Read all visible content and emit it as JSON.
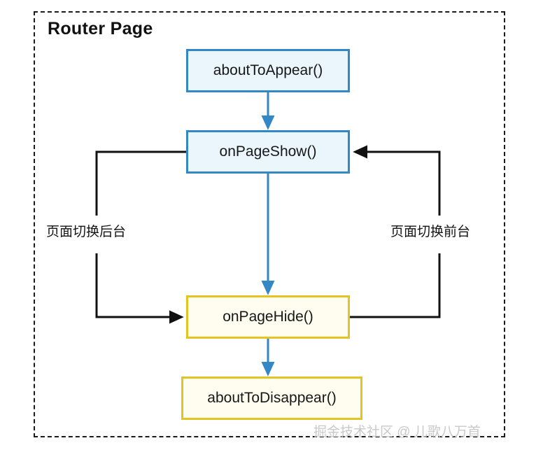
{
  "diagram": {
    "frame_title": "Router Page",
    "nodes": [
      {
        "id": "about_to_appear",
        "label": "aboutToAppear()",
        "style": "blue"
      },
      {
        "id": "on_page_show",
        "label": "onPageShow()",
        "style": "blue"
      },
      {
        "id": "on_page_hide",
        "label": "onPageHide()",
        "style": "gold"
      },
      {
        "id": "about_to_disappear",
        "label": "aboutToDisappear()",
        "style": "gold"
      }
    ],
    "edge_labels": {
      "to_background": "页面切换后台",
      "to_foreground": "页面切换前台"
    },
    "watermark": "掘金技术社区 @ 儿歌八万首",
    "colors": {
      "blue_border": "#3287c4",
      "blue_fill": "#eaf6fb",
      "gold_border": "#e4c422",
      "gold_fill": "#fffdf0",
      "arrow_blue": "#3287c4",
      "arrow_black": "#111111",
      "frame_border": "#1a1a1a",
      "watermark_text": "#c9c9c9"
    }
  }
}
